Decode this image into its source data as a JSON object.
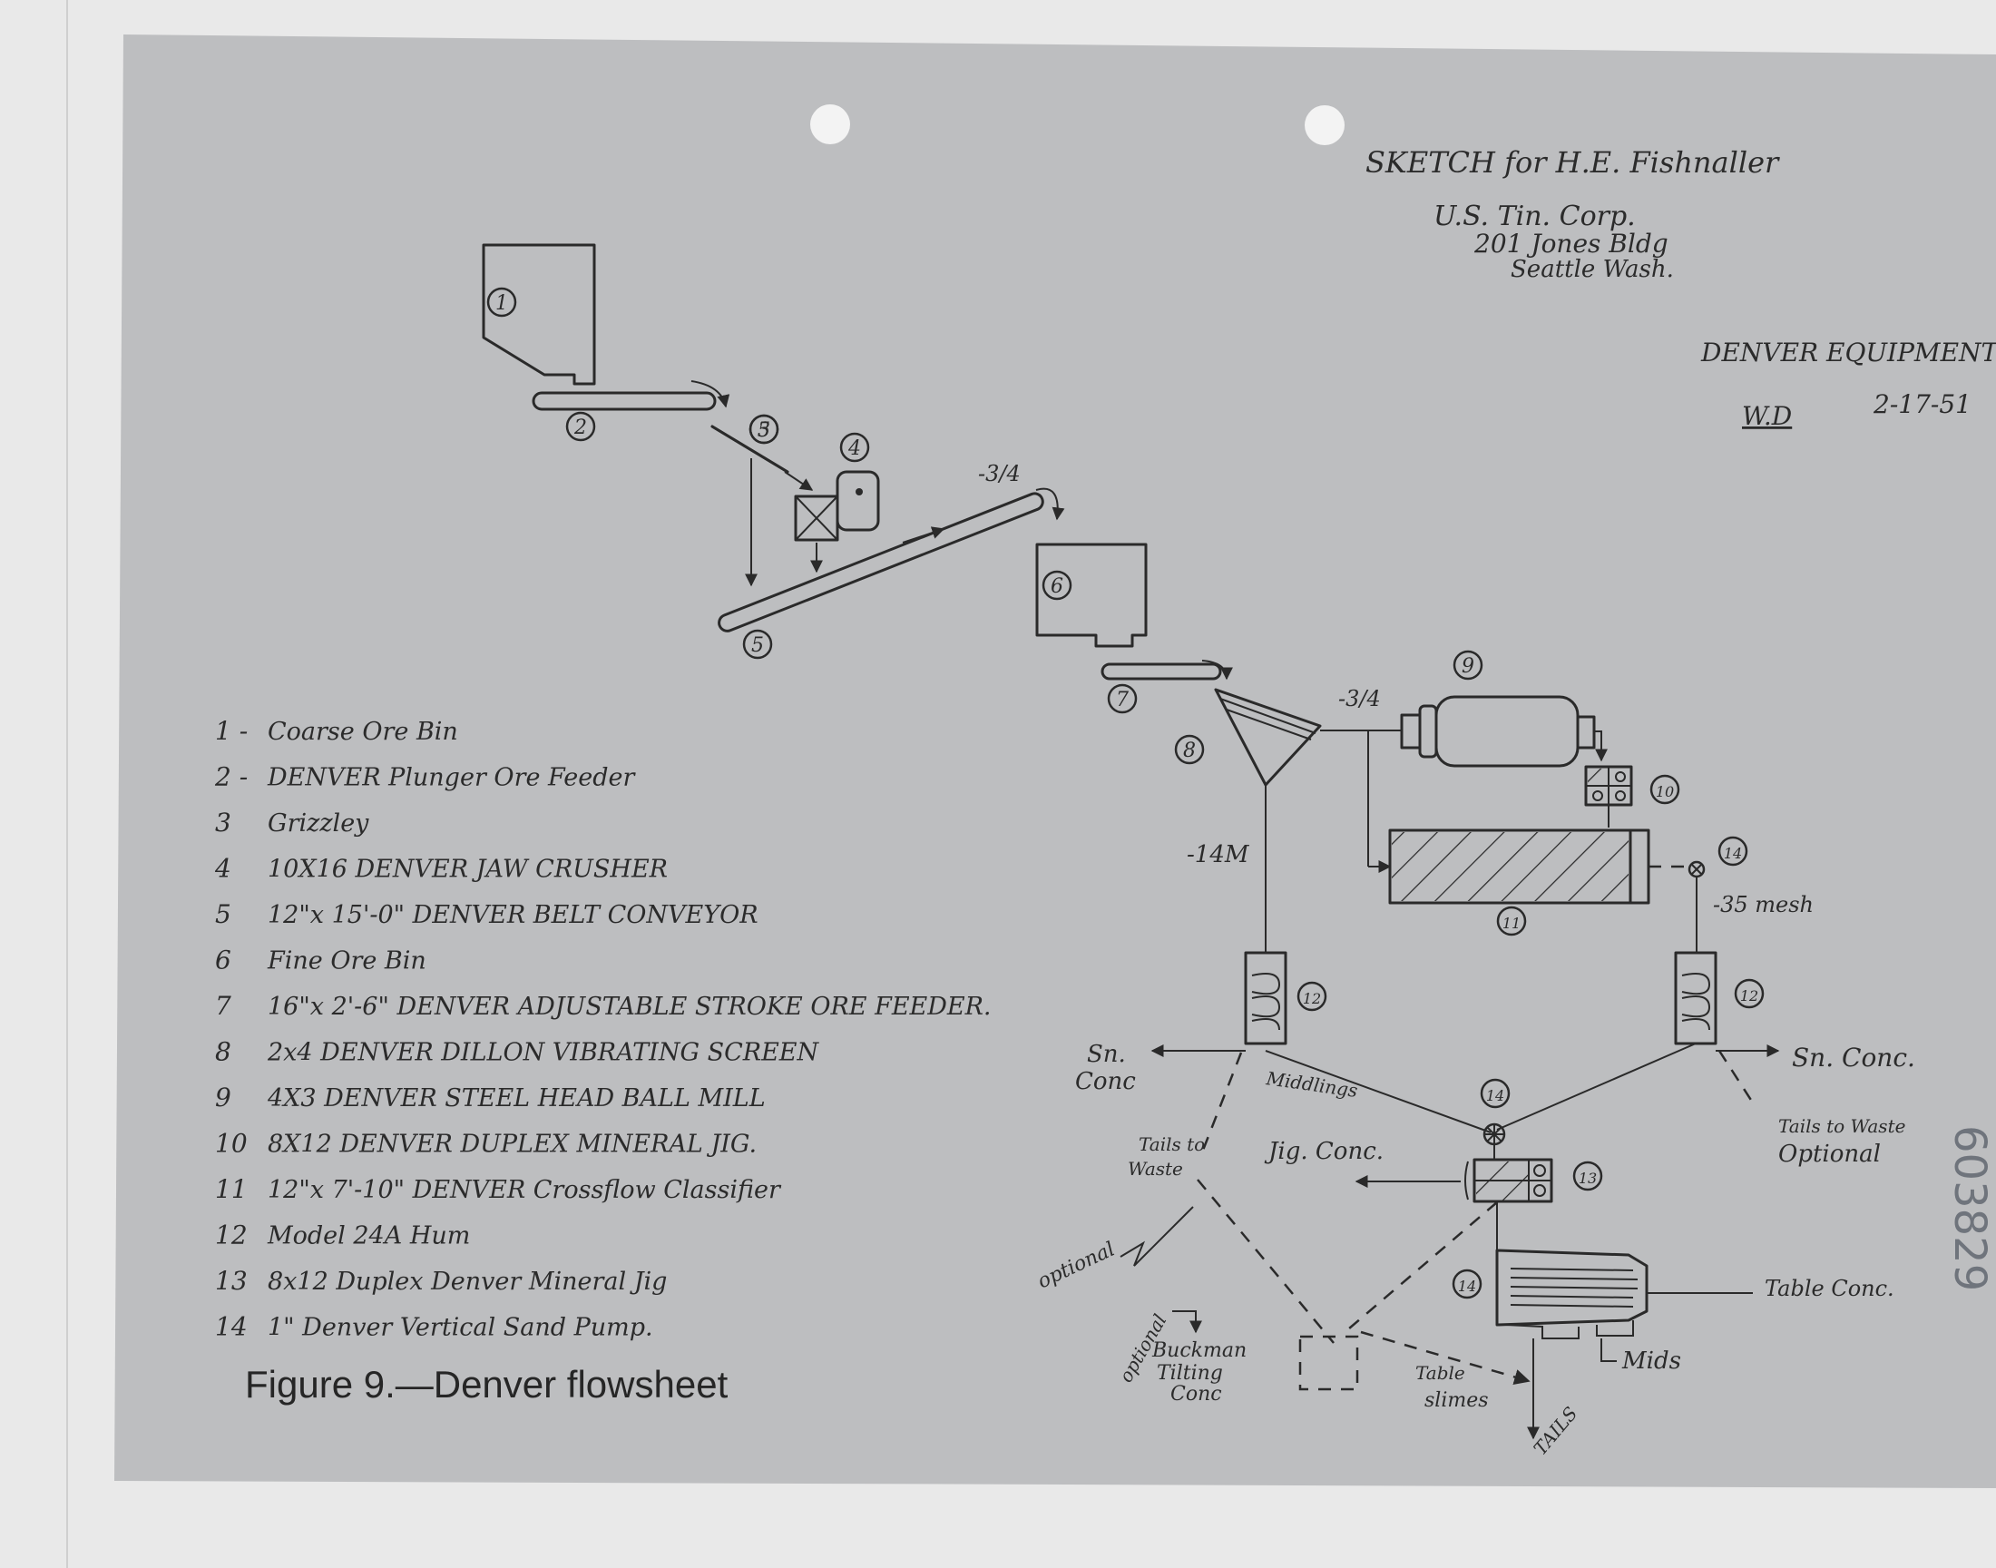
{
  "colors": {
    "sheet": "#bdbec0",
    "page_bg": "#e9e9e9",
    "ink": "#2a2a2a",
    "stamp": "#6f747c"
  },
  "header": {
    "line1": "SKETCH for H.E. Fishnaller",
    "line2": "U.S. Tin. Corp.",
    "line3": "201 Jones Bldg",
    "line4": "Seattle Wash."
  },
  "company": {
    "name": "DENVER EQUIPMENT Co.",
    "date": "2-17-51",
    "initials": "W.D"
  },
  "stamp_number": "603829",
  "caption": "Figure 9.—Denver flowsheet",
  "legend": [
    {
      "num": "1 -",
      "text": "Coarse Ore Bin"
    },
    {
      "num": "2 -",
      "text": "DENVER Plunger Ore Feeder"
    },
    {
      "num": "3",
      "text": "Grizzley"
    },
    {
      "num": "4",
      "text": "10X16 DENVER JAW CRUSHER"
    },
    {
      "num": "5",
      "text": "12\"x 15'-0\" DENVER BELT CONVEYOR"
    },
    {
      "num": "6",
      "text": "Fine Ore Bin"
    },
    {
      "num": "7",
      "text": "16\"x 2'-6\" DENVER ADJUSTABLE STROKE ORE FEEDER."
    },
    {
      "num": "8",
      "text": "2x4 DENVER DILLON VIBRATING SCREEN"
    },
    {
      "num": "9",
      "text": "4X3 DENVER STEEL HEAD BALL MILL"
    },
    {
      "num": "10",
      "text": "8X12 DENVER DUPLEX MINERAL JIG."
    },
    {
      "num": "11",
      "text": "12\"x 7'-10\" DENVER Crossflow Classifier"
    },
    {
      "num": "12",
      "text": "Model 24A Hum"
    },
    {
      "num": "13",
      "text": "8x12 Duplex Denver Mineral Jig"
    },
    {
      "num": "14",
      "text": "1\" Denver Vertical Sand Pump."
    }
  ],
  "diagram": {
    "equipment_numbers": [
      "1",
      "2",
      "3",
      "4",
      "5",
      "5",
      "6",
      "7",
      "8",
      "9",
      "10",
      "11",
      "12",
      "12",
      "13",
      "14",
      "14",
      "14"
    ],
    "labels": {
      "size_3_4_a": "-3/4",
      "size_3_4_b": "-3/4",
      "minus_14m": "-14M",
      "minus_35mesh": "-35 mesh",
      "sn_conc_left_1": "Sn.",
      "sn_conc_left_2": "Conc",
      "sn_conc_right": "Sn. Conc.",
      "middlings": "Middlings",
      "tails_to_waste_1": "Tails to",
      "tails_to_waste_2": "Waste",
      "jig_conc": "Jig. Conc.",
      "tails_waste_opt_1": "Tails to Waste",
      "tails_waste_opt_2": "Optional",
      "optional_a": "optional",
      "optional_b": "optional",
      "buckman_1": "Buckman",
      "buckman_2": "Tilting",
      "buckman_3": "Conc",
      "table_conc": "Table Conc.",
      "mids": "Mids",
      "table_slimes_1": "Table",
      "table_slimes_2": "slimes",
      "tails": "TAILS"
    }
  }
}
